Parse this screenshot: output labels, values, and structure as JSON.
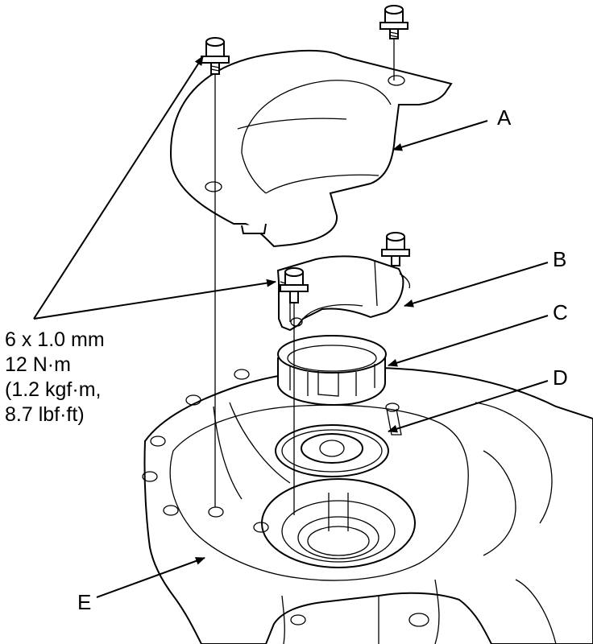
{
  "callouts": {
    "a": "A",
    "b": "B",
    "c": "C",
    "d": "D",
    "e": "E"
  },
  "torque_spec": {
    "line1": "6 x 1.0 mm",
    "line2": "12 N·m",
    "line3": "(1.2 kgf·m,",
    "line4": "8.7 lbf·ft)"
  }
}
